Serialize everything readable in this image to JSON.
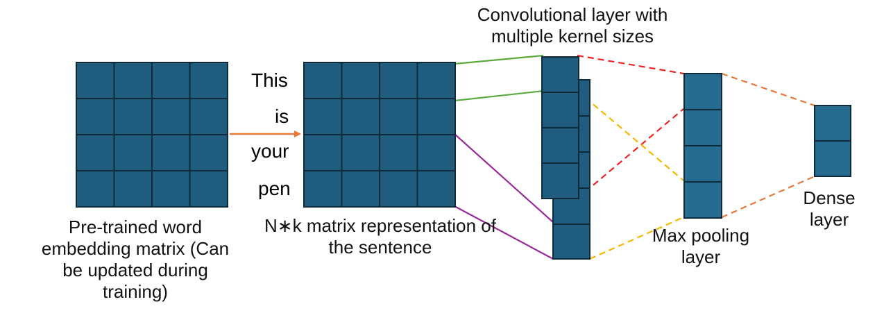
{
  "colors": {
    "cell_fill": "#1f5c7d",
    "cell_fill_alt": "#246b8f",
    "cell_stroke": "#0e2a3b",
    "arrow": "#e8773a",
    "green_line": "#5aaa3c",
    "purple_line": "#9a2a9a",
    "red_dash": "#ee2222",
    "yellow_dash": "#f5b800",
    "orange_dash": "#e8773a"
  },
  "labels": {
    "embedding": [
      "Pre-trained word",
      "embedding matrix (Can",
      "be updated during",
      "training)"
    ],
    "sentence_matrix": [
      "N∗k matrix representation of",
      "the sentence"
    ],
    "conv": [
      "Convolutional layer with",
      "multiple kernel sizes"
    ],
    "maxpool": [
      "Max pooling",
      "layer"
    ],
    "dense": [
      "Dense",
      "layer"
    ]
  },
  "sentence_words": [
    "This",
    "is",
    "your",
    "pen"
  ]
}
